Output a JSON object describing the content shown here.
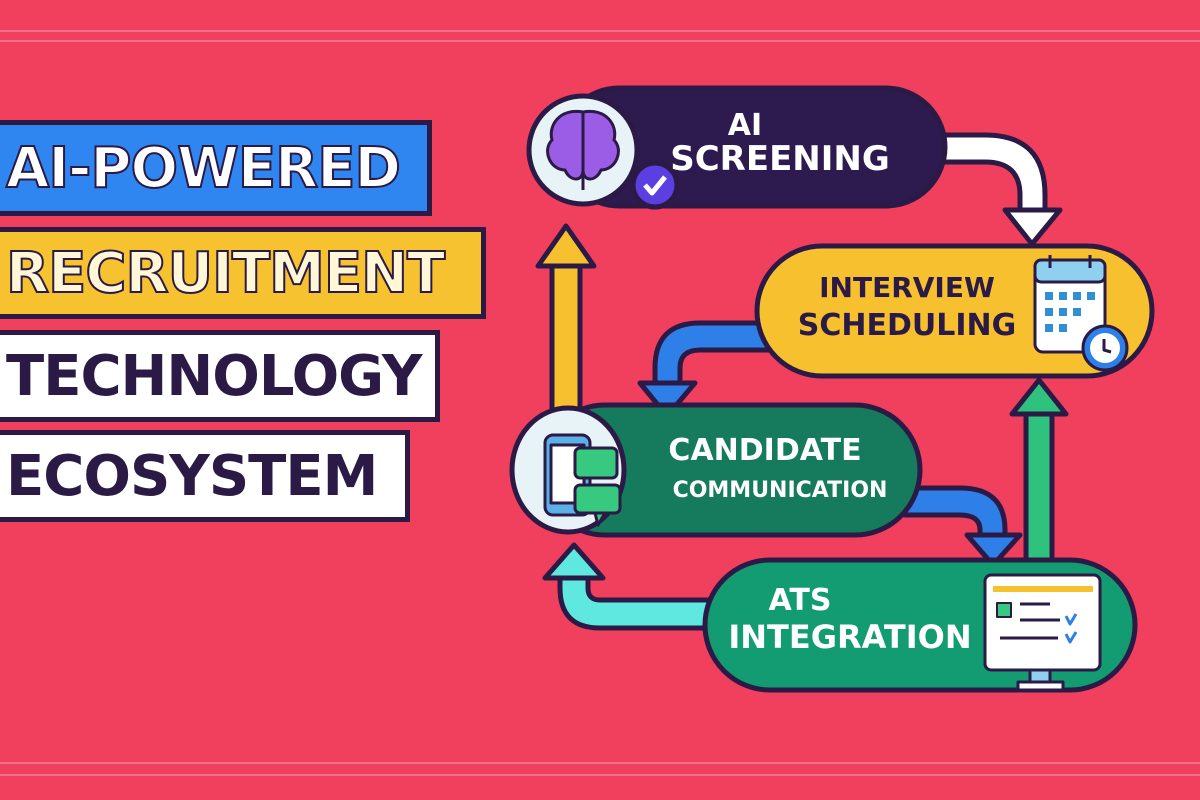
{
  "title": {
    "lines": [
      "AI-POWERED",
      "RECRUITMENT",
      "TECHNOLOGY",
      "ECOSYSTEM"
    ],
    "colors": {
      "line1_bg": "#2f86f0",
      "line2_bg": "#f7c22f",
      "line3_bg": "#ffffff",
      "line4_bg": "#ffffff",
      "text_dark": "#2a1a45"
    }
  },
  "diagram": {
    "nodes": [
      {
        "line1": "AI",
        "line2": "SCREENING",
        "color": "#2d1a4f",
        "text_color": "#ffffff",
        "icon": "brain-check-icon"
      },
      {
        "line1": "INTERVIEW",
        "line2": "SCHEDULING",
        "color": "#f6c02f",
        "text_color": "#2a1a45",
        "icon": "calendar-clock-icon"
      },
      {
        "line1": "CANDIDATE",
        "line2": "COMMUNICATION",
        "color": "#167a5c",
        "text_color": "#ffffff",
        "icon": "phone-chat-icon"
      },
      {
        "line1": "ATS",
        "line2": "INTEGRATION",
        "color": "#139b72",
        "text_color": "#ffffff",
        "icon": "monitor-checklist-icon"
      }
    ],
    "arrow_colors": {
      "white": "#ffffff",
      "blue": "#2f7fe8",
      "green": "#2fc27f",
      "cyan": "#5fe8e0",
      "yellow": "#f6c02f"
    },
    "background": "#f13f5e"
  }
}
